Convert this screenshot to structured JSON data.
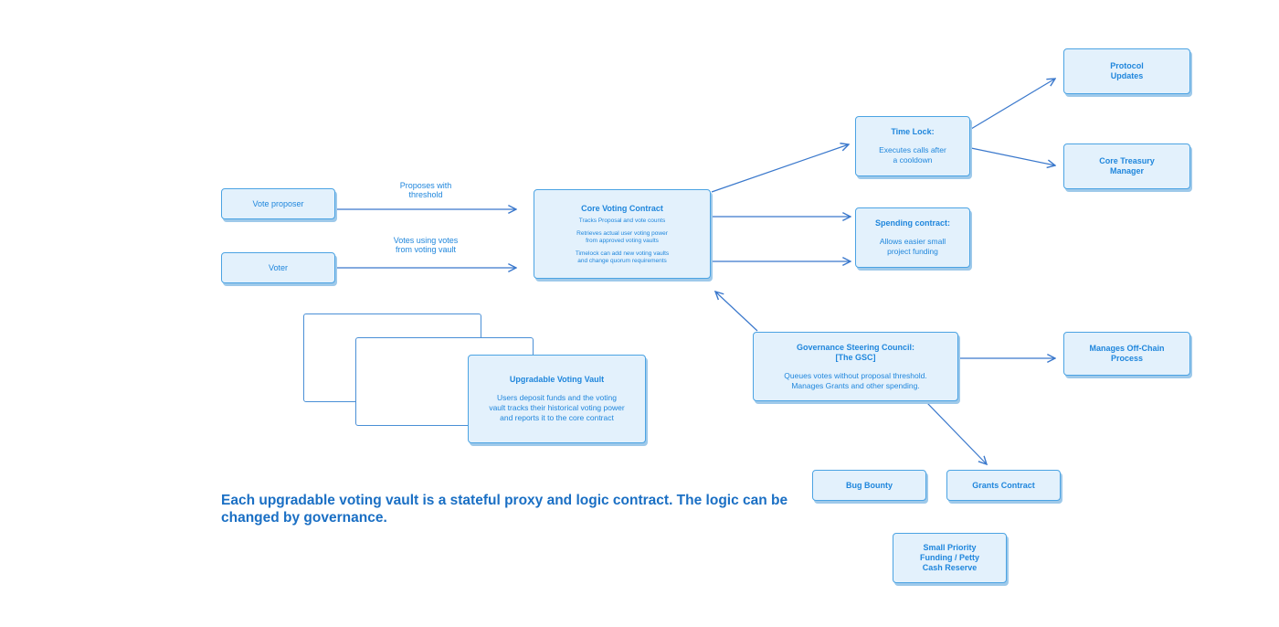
{
  "nodes": {
    "vote_proposer": {
      "label": "Vote proposer"
    },
    "voter": {
      "label": "Voter"
    },
    "core_voting": {
      "title": "Core Voting Contract",
      "lines": [
        "Tracks Proposal and vote counts",
        "Retrieves actual user voting power\nfrom approved voting vaults",
        "Timelock can add new voting vaults\nand change quorum requirements"
      ]
    },
    "time_lock": {
      "title": "Time Lock:",
      "body": "Executes calls after\na cooldown"
    },
    "spending": {
      "title": "Spending contract:",
      "body": "Allows easier small\nproject funding"
    },
    "protocol_updates": {
      "title": "Protocol\nUpdates"
    },
    "core_treasury": {
      "title": "Core Treasury\nManager"
    },
    "voting_vault": {
      "title": "Upgradable Voting Vault",
      "body": "Users deposit funds and the voting\nvault tracks their historical voting power\nand reports it to the core contract"
    },
    "gsc": {
      "title": "Governance Steering Council:\n[The GSC]",
      "body": "Queues votes without proposal threshold.\nManages Grants and other spending."
    },
    "offchain": {
      "title": "Manages Off-Chain\nProcess"
    },
    "bug_bounty": {
      "title": "Bug Bounty"
    },
    "grants": {
      "title": "Grants Contract"
    },
    "petty_cash": {
      "title": "Small Priority\nFunding / Petty\nCash Reserve"
    }
  },
  "edge_labels": {
    "proposes": "Proposes with\nthreshold",
    "votes": "Votes using votes\nfrom voting vault"
  },
  "caption": "Each upgradable voting vault is a stateful proxy and logic contract. The logic can be changed by governance.",
  "colors": {
    "box_fill": "#e3f1fc",
    "box_border": "#4ba3e3",
    "text": "#1f86dc",
    "arrow": "#3a78cc",
    "caption": "#1a6fc4"
  }
}
